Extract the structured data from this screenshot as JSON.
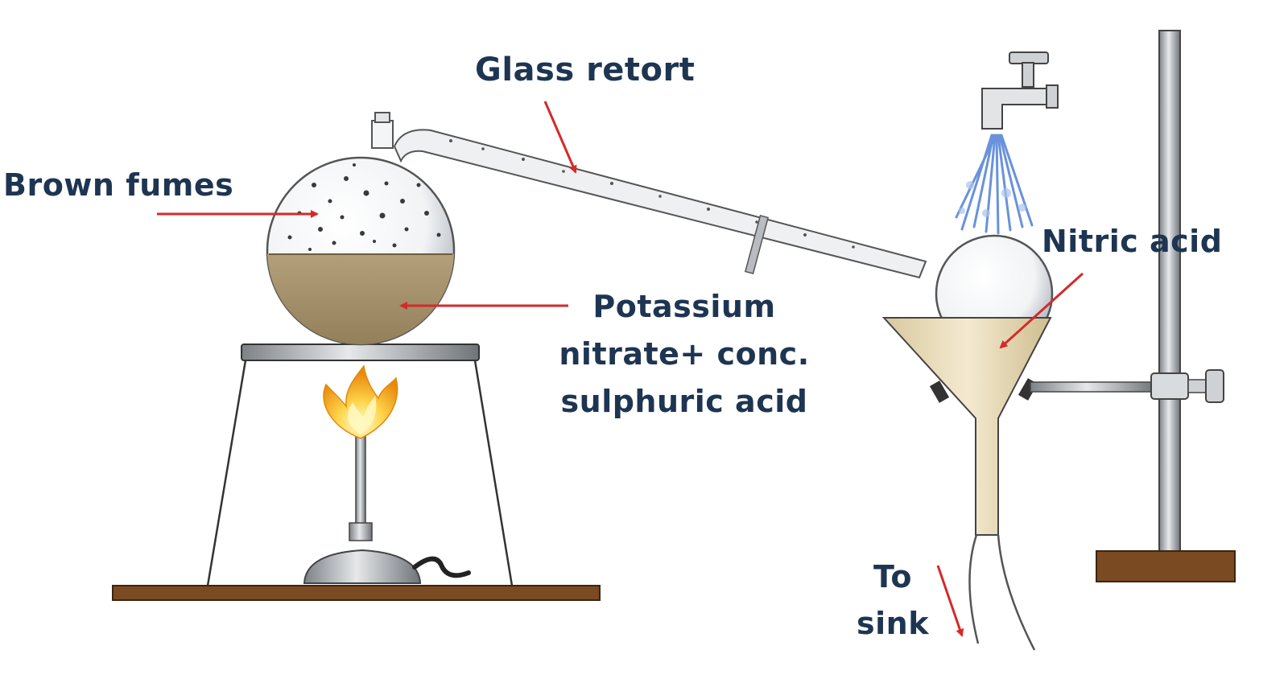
{
  "labels": {
    "glass_retort": "Glass retort",
    "brown_fumes": "Brown fumes",
    "nitric_acid": "Nitric acid",
    "mixture": "Potassium nitrate+ conc. sulphuric acid",
    "to_sink": "To sink"
  },
  "colors": {
    "label_text": "#1e3552",
    "arrow": "#d42a2a",
    "bench": "#7a4a22",
    "liquid": "#a8956c",
    "nitric_acid": "#15164a",
    "funnel": "#e9dcb6",
    "water": "#4f7fd4",
    "flame_outer": "#f0b020",
    "flame_inner": "#fff4a0"
  }
}
